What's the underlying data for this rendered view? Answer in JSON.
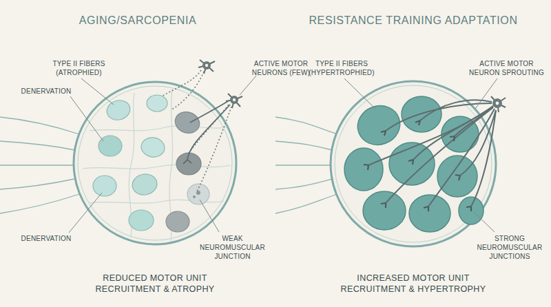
{
  "diagram": {
    "labels": [
      "AGING/SARCOPENIA",
      "RESISTANCE TRAINING ADAPTATION",
      "TYPE II FIBERS (ATROPHIED)",
      "ACTIVE MOTOR NEURONS (FEW)",
      "DENERVATION",
      "TYPE II FIBERS (HYPERTROPHIED)",
      "ACTIVE MOTOR NEURON SPROUTING",
      "DENERVATION",
      "WEAK NEUROMUSCULAR JUNCTION",
      "STRONG NEUROMUSCULAR JUNCTIONS",
      "REDUCED MOTOR UNIT RECRUITMENT & ATROPHY",
      "INCREASED MOTOR UNIT RECRUITMENT & HYPERTROPHY"
    ]
  }
}
